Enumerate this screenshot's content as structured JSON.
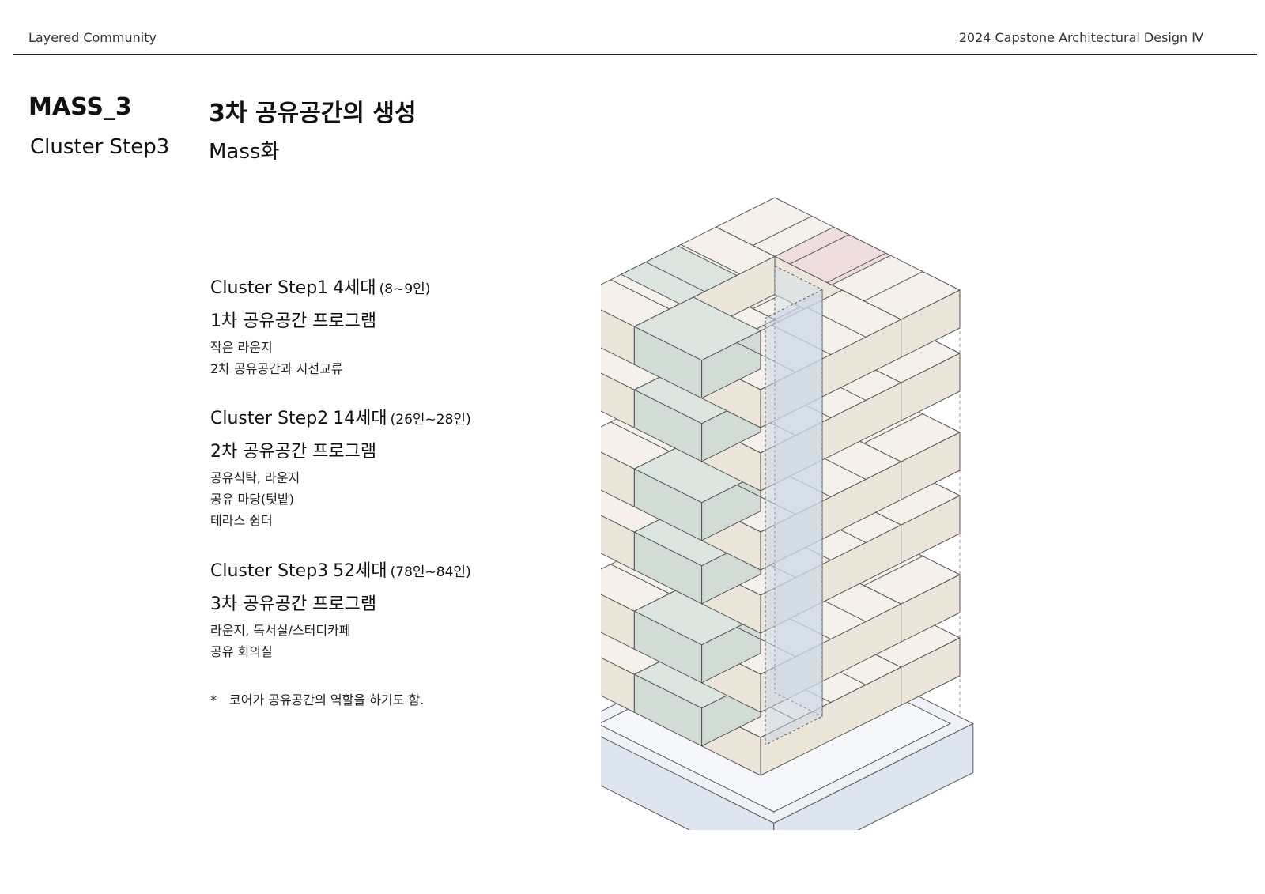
{
  "header": {
    "left": "Layered Community",
    "right": "2024 Capstone Architectural Design Ⅳ"
  },
  "mass": {
    "title": "MASS_3",
    "step": "Cluster Step3"
  },
  "section": {
    "title": "3차 공유공간의 생성",
    "subtitle": "Mass화"
  },
  "clusters": [
    {
      "name": "Cluster Step1",
      "households": "4세대",
      "people": "(8~9인)",
      "program": "1차 공유공간 프로그램",
      "items": [
        "작은 라운지",
        "2차 공유공간과 시선교류"
      ]
    },
    {
      "name": "Cluster Step2",
      "households": "14세대",
      "people": "(26인~28인)",
      "program": "2차 공유공간 프로그램",
      "items": [
        "공유식탁, 라운지",
        "공유 마당(텃밭)",
        "테라스 쉼터"
      ]
    },
    {
      "name": "Cluster Step3",
      "households": "52세대",
      "people": "(78인~84인)",
      "program": "3차 공유공간 프로그램",
      "items": [
        "라운지, 독서실/스터디카페",
        "공유 회의실"
      ]
    }
  ],
  "note": {
    "mark": "*",
    "text": "코어가 공유공간의 역할을 하기도 함."
  },
  "colors": {
    "room": "#f5f1ea",
    "room_side": "#ebe5da",
    "pink": "#f0dede",
    "green": "#dde5e0",
    "blue": "#d6e1ea",
    "base_top": "#eef2f6",
    "base_side": "#dde6ee",
    "line": "#555555"
  }
}
